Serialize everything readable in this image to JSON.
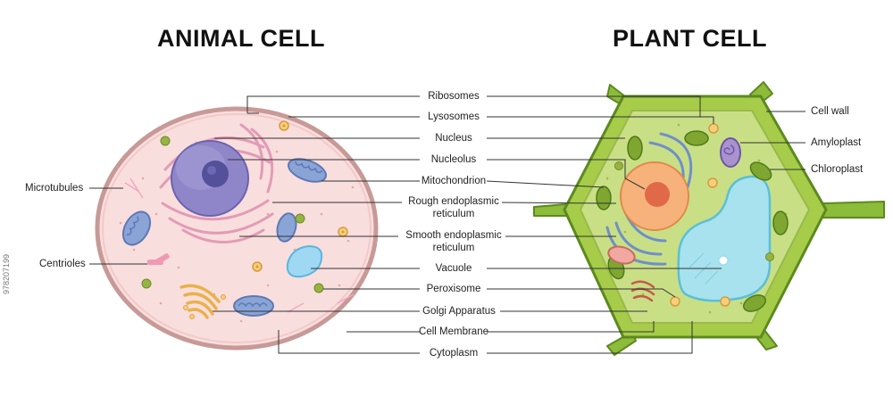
{
  "titles": {
    "animal": "ANIMAL CELL",
    "plant": "PLANT CELL"
  },
  "labels": {
    "ribosomes": "Ribosomes",
    "lysosomes": "Lysosomes",
    "nucleus": "Nucleus",
    "nucleolus": "Nucleolus",
    "mitochondrion": "Mitochondrion",
    "rough_er_1": "Rough endoplasmic",
    "rough_er_2": "reticulum",
    "smooth_er_1": "Smooth endoplasmic",
    "smooth_er_2": "reticulum",
    "vacuole": "Vacuole",
    "peroxisome": "Peroxisome",
    "golgi": "Golgi Apparatus",
    "cell_membrane": "Cell Membrane",
    "cytoplasm": "Cytoplasm",
    "microtubules": "Microtubules",
    "centrioles": "Centrioles",
    "cell_wall": "Cell wall",
    "amyloplast": "Amyloplast",
    "chloroplast": "Chloroplast"
  },
  "image_id": "978207199",
  "colors": {
    "animal_cytoplasm": "#f9dede",
    "animal_membrane": "#d9a9a6",
    "nucleus_purple": "#8f86c9",
    "nucleolus_dark": "#55509a",
    "plant_wall": "#8dbb3a",
    "plant_cytoplasm": "#c9df86",
    "plant_nucleus": "#f6b27a",
    "vacuole_blue": "#a7e2ee",
    "mito_blue": "#8ba4d6",
    "er_pink": "#e7a6bf",
    "er_blue": "#6f8fc9",
    "golgi_orange": "#f1c36b",
    "peroxisome_green": "#95b441"
  }
}
